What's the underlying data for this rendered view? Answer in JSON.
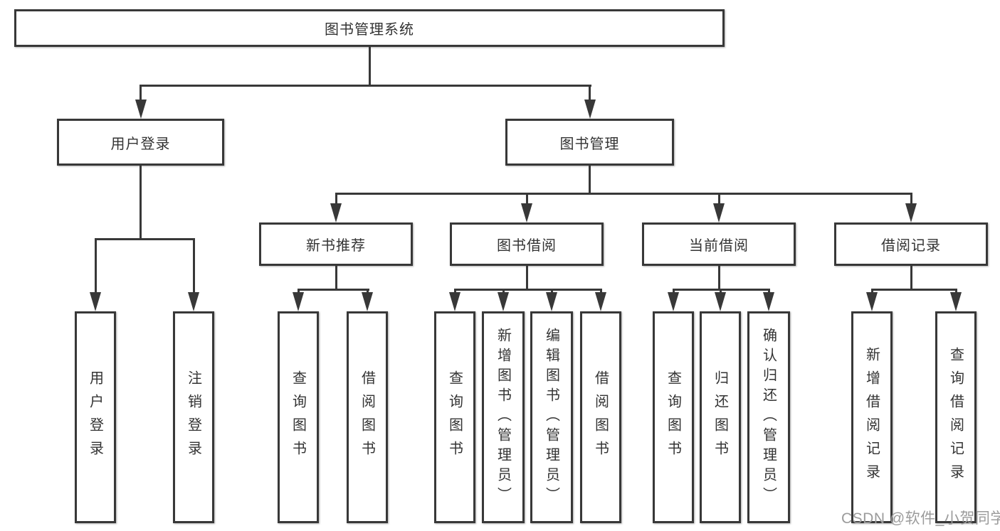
{
  "diagram_type": "functional-structure-tree",
  "colors": {
    "line": "#383838",
    "box_border": "#383838",
    "box_fill": "#ffffff",
    "text": "#333333",
    "watermark": "#9b9b9b",
    "background": "#ffffff"
  },
  "tree": {
    "root": "图书管理系统",
    "branches": [
      {
        "label": "用户登录",
        "children": [
          "用户登录",
          "注销登录"
        ]
      },
      {
        "label": "图书管理",
        "groups": [
          {
            "label": "新书推荐",
            "children": [
              "查询图书",
              "借阅图书"
            ]
          },
          {
            "label": "图书借阅",
            "children": [
              "查询图书",
              "新增图书（管理员）",
              "编辑图书（管理员）",
              "借阅图书"
            ]
          },
          {
            "label": "当前借阅",
            "children": [
              "查询图书",
              "归还图书",
              "确认归还（管理员）"
            ]
          },
          {
            "label": "借阅记录",
            "children": [
              "新增借阅记录",
              "查询借阅记录"
            ]
          }
        ]
      }
    ]
  },
  "watermark": {
    "text": "CSDN @软件_小贺同学"
  }
}
